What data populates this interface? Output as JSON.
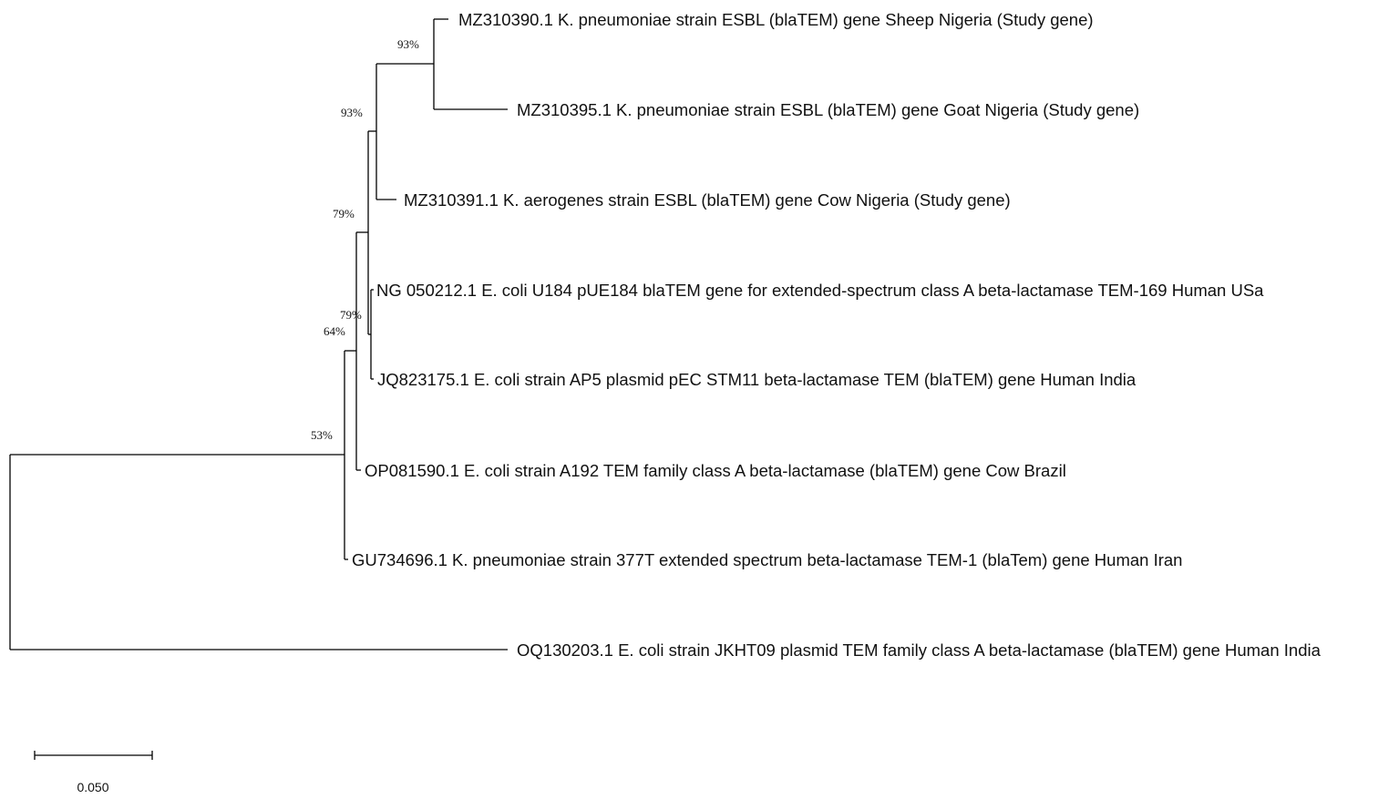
{
  "tree": {
    "leaves": [
      {
        "id": "l1",
        "label": "MZ310390.1 K. pneumoniae strain ESBL (blaTEM) gene Sheep Nigeria (Study gene)"
      },
      {
        "id": "l2",
        "label": "MZ310395.1 K. pneumoniae strain ESBL (blaTEM) gene Goat Nigeria (Study gene)"
      },
      {
        "id": "l3",
        "label": "MZ310391.1 K. aerogenes strain ESBL (blaTEM) gene Cow Nigeria (Study gene)"
      },
      {
        "id": "l4",
        "label": "NG 050212.1 E. coli U184 pUE184 blaTEM gene for extended-spectrum class A beta-lactamase TEM-169 Human USa"
      },
      {
        "id": "l5",
        "label": "JQ823175.1 E. coli strain AP5 plasmid pEC STM11 beta-lactamase TEM (blaTEM) gene Human India"
      },
      {
        "id": "l6",
        "label": "OP081590.1 E. coli strain A192 TEM family class A beta-lactamase (blaTEM) gene Cow Brazil"
      },
      {
        "id": "l7",
        "label": "GU734696.1 K. pneumoniae strain 377T extended spectrum beta-lactamase TEM-1 (blaTem) gene Human Iran"
      },
      {
        "id": "l8",
        "label": "OQ130203.1 E. coli strain JKHT09 plasmid TEM family class A beta-lactamase (blaTEM) gene Human India"
      }
    ],
    "support_values": [
      {
        "node": "n_l1_l2",
        "label": "93%"
      },
      {
        "node": "n_l1_l3",
        "label": "93%"
      },
      {
        "node": "n_l1_l4",
        "label": "79%"
      },
      {
        "node": "n_l4_l5",
        "label": "79%"
      },
      {
        "node": "n_l1_l6",
        "label": "64%"
      },
      {
        "node": "n_l1_l7",
        "label": "53%"
      }
    ],
    "scale_bar": {
      "label": "0.050",
      "length": 0.05
    }
  }
}
